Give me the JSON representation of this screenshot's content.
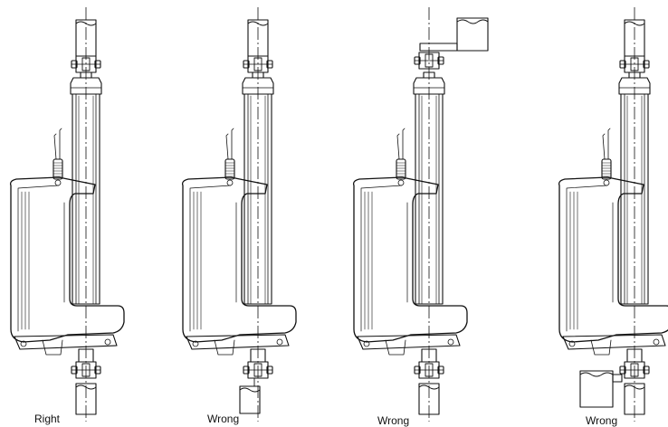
{
  "panels": [
    {
      "caption": "Right",
      "verdict": "correct",
      "upper_mount": "collinear",
      "lower_mount": "collinear"
    },
    {
      "caption": "Wrong",
      "verdict": "incorrect",
      "upper_mount": "collinear",
      "lower_mount": "offset"
    },
    {
      "caption": "Wrong",
      "verdict": "incorrect",
      "upper_mount": "offset",
      "lower_mount": "collinear"
    },
    {
      "caption": "Wrong",
      "verdict": "incorrect",
      "upper_mount": "collinear",
      "lower_mount": "side-bracket"
    }
  ],
  "line_color": "#111111",
  "background": "#ffffff"
}
